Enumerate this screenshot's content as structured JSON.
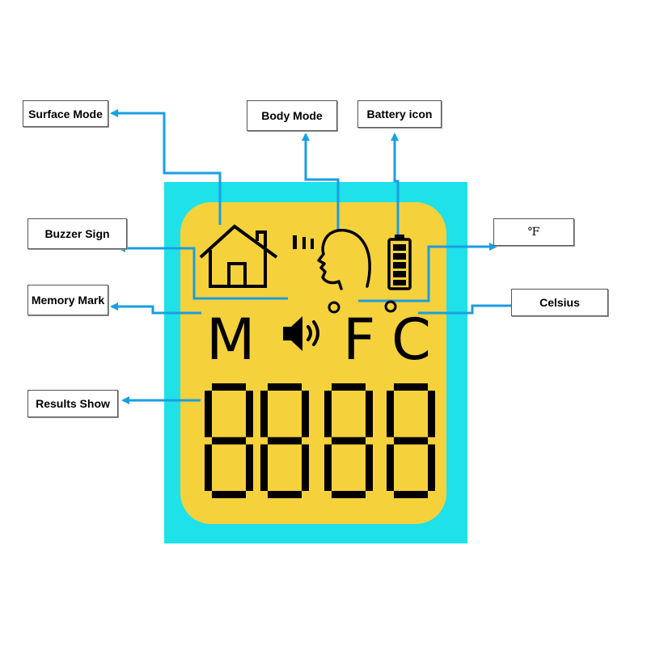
{
  "labels": {
    "surface_mode": "Surface Mode",
    "body_mode": "Body Mode",
    "battery_icon": "Battery icon",
    "buzzer_sign": "Buzzer Sign",
    "fahrenheit": "℉",
    "memory_mark": "Memory Mark",
    "celsius": "Celsius",
    "results_show": "Results Show"
  },
  "display": {
    "memory_letter": "M",
    "fahrenheit_letter": "F",
    "celsius_letter": "C",
    "digits": [
      "8",
      "8",
      "8",
      "8"
    ]
  },
  "colors": {
    "frame": "#1ee1ea",
    "lcd": "#f5d13c",
    "arrow": "#1a9ee0",
    "segment": "#000000"
  },
  "icons": [
    "house-icon",
    "face-profile-icon",
    "battery-icon",
    "speaker-icon"
  ]
}
